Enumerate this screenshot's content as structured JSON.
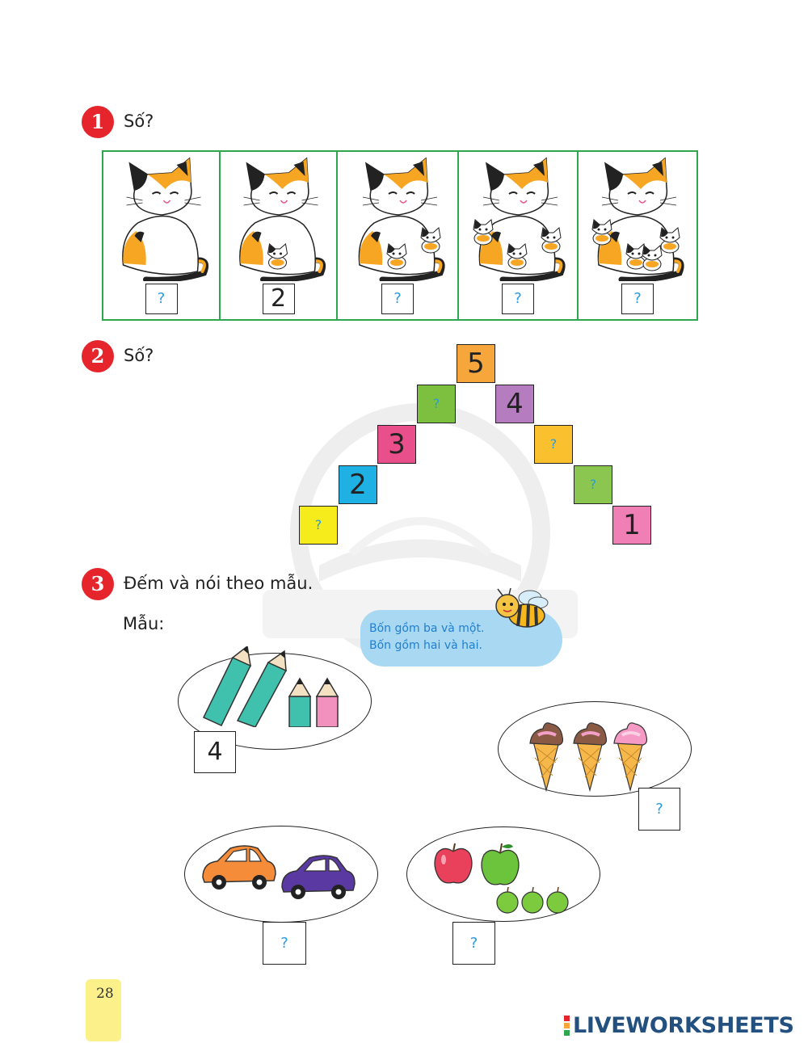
{
  "section1": {
    "number": "1",
    "title": "Số?"
  },
  "cats": [
    {
      "answer": "?",
      "kittens": 0
    },
    {
      "answer": "2",
      "kittens": 1
    },
    {
      "answer": "?",
      "kittens": 2
    },
    {
      "answer": "?",
      "kittens": 3
    },
    {
      "answer": "?",
      "kittens": 4
    }
  ],
  "section2": {
    "number": "2",
    "title": "Số?"
  },
  "staircase": [
    {
      "value": "?",
      "color": "#f6ec1c"
    },
    {
      "value": "2",
      "color": "#1fb1e4"
    },
    {
      "value": "3",
      "color": "#e94f8a"
    },
    {
      "value": "?",
      "color": "#7dbf3f"
    },
    {
      "value": "5",
      "color": "#f7a63c"
    },
    {
      "value": "4",
      "color": "#b57cc0"
    },
    {
      "value": "?",
      "color": "#fbc02d"
    },
    {
      "value": "?",
      "color": "#8ac650"
    },
    {
      "value": "1",
      "color": "#f07fb6"
    }
  ],
  "section3": {
    "number": "3",
    "title": "Đếm và nói theo mẫu.",
    "sample_label": "Mẫu:"
  },
  "speech": {
    "line1": "Bốn gồm ba và một.",
    "line2": "Bốn gồm hai và hai."
  },
  "groups": {
    "pencils": {
      "answer": "4"
    },
    "icecream": {
      "answer": "?"
    },
    "cars": {
      "answer": "?"
    },
    "apples": {
      "answer": "?"
    }
  },
  "footer": {
    "page_number": "28",
    "brand": "LIVEWORKSHEETS"
  },
  "colors": {
    "accent_red": "#e5242b",
    "frame_green": "#2fa54d",
    "answer_blue": "#2a9be0",
    "brand_navy": "#23507e"
  }
}
